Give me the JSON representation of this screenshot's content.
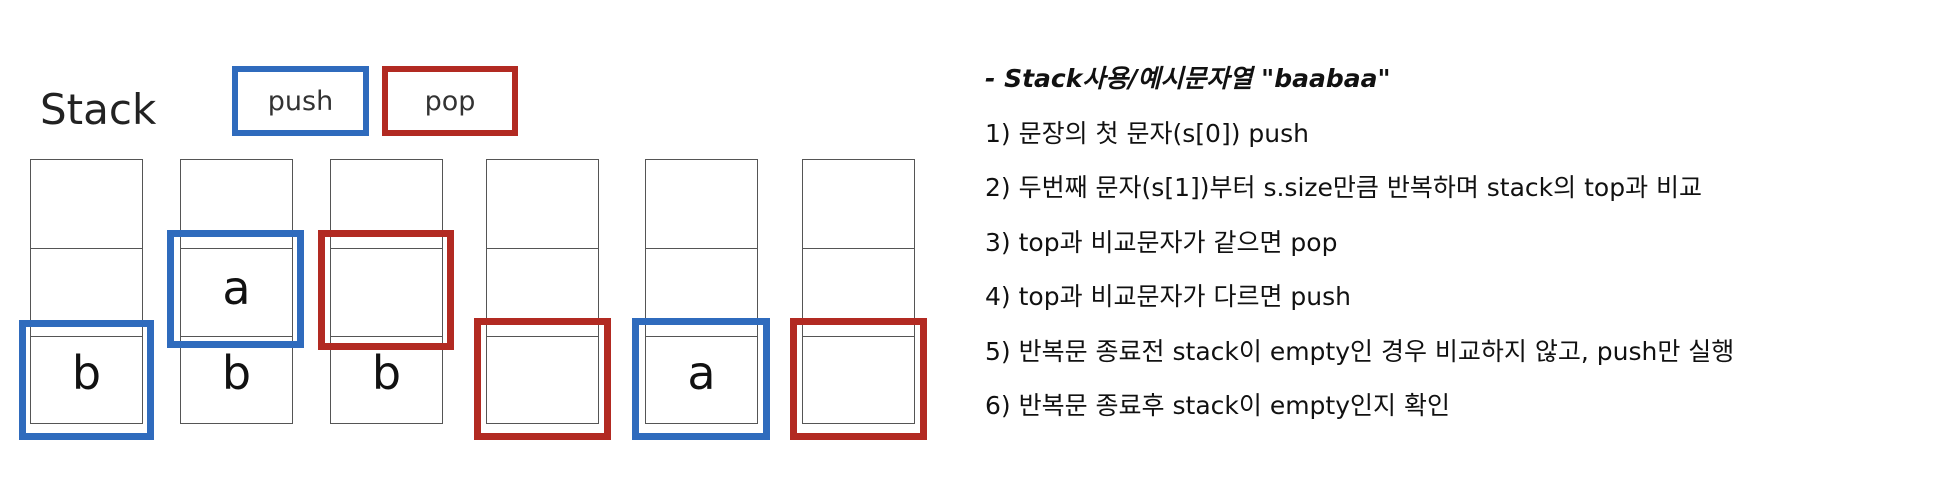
{
  "title": "Stack",
  "legend": {
    "push_label": "push",
    "pop_label": "pop"
  },
  "colors": {
    "push": "#2f6bbd",
    "pop": "#b22a22"
  },
  "stack_states": [
    {
      "top": "",
      "middle": "",
      "bottom": "b",
      "highlight": "push",
      "highlight_target": "bottom"
    },
    {
      "top": "",
      "middle": "a",
      "bottom": "b",
      "highlight": "push",
      "highlight_target": "middle"
    },
    {
      "top": "",
      "middle": "",
      "bottom": "b",
      "highlight": "pop",
      "highlight_target": "middle"
    },
    {
      "top": "",
      "middle": "",
      "bottom": "",
      "highlight": "pop",
      "highlight_target": "bottom"
    },
    {
      "top": "",
      "middle": "",
      "bottom": "a",
      "highlight": "push",
      "highlight_target": "bottom"
    },
    {
      "top": "",
      "middle": "",
      "bottom": "",
      "highlight": "pop",
      "highlight_target": "bottom"
    }
  ],
  "description": {
    "heading": "- Stack사용/예시문자열 \"baabaa\"",
    "steps": [
      "1) 문장의 첫 문자(s[0]) push",
      "2) 두번째 문자(s[1])부터 s.size만큼 반복하며 stack의 top과 비교",
      "3) top과 비교문자가 같으면 pop",
      "4) top과 비교문자가 다르면 push",
      "5) 반복문 종료전 stack이 empty인 경우 비교하지 않고, push만 실행",
      "6) 반복문 종료후 stack이 empty인지 확인"
    ]
  }
}
